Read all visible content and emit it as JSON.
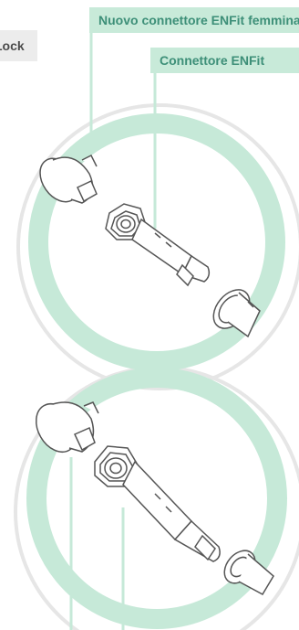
{
  "labels": {
    "left_tag": "Lock",
    "top_tag": "Nuovo connettore ENFit femmina",
    "second_tag": "Connettore ENFit"
  },
  "colors": {
    "green_ring": "#c6e9d8",
    "green_tag_bg": "#c8ead9",
    "green_tag_text": "#3d8f78",
    "gray_tag_bg": "#ececec",
    "gray_ring": "#e3e3e3",
    "line_art": "#555555"
  }
}
